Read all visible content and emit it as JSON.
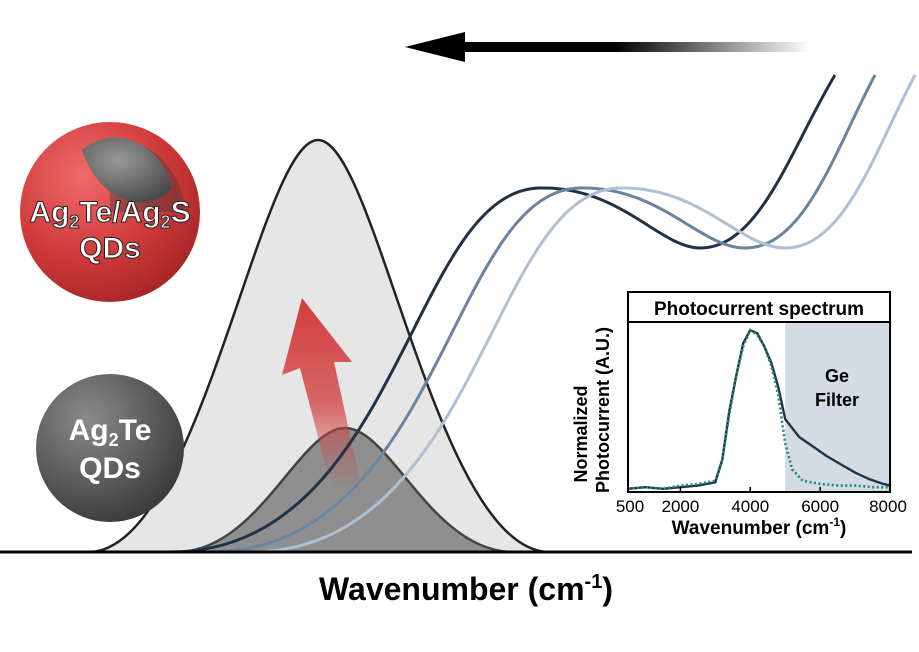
{
  "main_axis": {
    "label": "Wavenumber (cm",
    "label_sup": "-1",
    "label_close": ")"
  },
  "particles": {
    "core_shell": {
      "line1_a": "Ag",
      "line1_sub1": "2",
      "line1_b": "Te/Ag",
      "line1_sub2": "2",
      "line1_c": "S",
      "line2": "QDs"
    },
    "core": {
      "line1_a": "Ag",
      "line1_sub": "2",
      "line1_b": "Te",
      "line2": "QDs"
    }
  },
  "inset": {
    "title": "Photocurrent spectrum",
    "ylabel_line1": "Normalized",
    "ylabel_line2": "Photocurrent (A.U.)",
    "xlabel": "Wavenumber (cm",
    "xlabel_sup": "-1",
    "xlabel_close": ")",
    "filter_line1": "Ge",
    "filter_line2": "Filter",
    "x_ticks": [
      "500",
      "2000",
      "4000",
      "6000",
      "8000"
    ]
  },
  "chart_data": {
    "type": "line",
    "title": "Photocurrent spectrum",
    "xlabel": "Wavenumber (cm-1)",
    "ylabel": "Normalized Photocurrent (A.U.)",
    "xlim": [
      500,
      8000
    ],
    "ylim": [
      0,
      1.05
    ],
    "shaded_region": {
      "label": "Ge Filter",
      "x_range": [
        5000,
        8000
      ]
    },
    "series": [
      {
        "color": "#1f3347",
        "style": "solid",
        "x": [
          500,
          1000,
          1500,
          2000,
          2500,
          3000,
          3200,
          3400,
          3600,
          3800,
          4000,
          4200,
          4400,
          4600,
          4800,
          5000,
          5400,
          5800,
          6200,
          6600,
          7000,
          7400,
          7800,
          8000
        ],
        "y": [
          0.02,
          0.03,
          0.02,
          0.03,
          0.04,
          0.06,
          0.2,
          0.5,
          0.72,
          0.92,
          1.0,
          0.98,
          0.9,
          0.8,
          0.65,
          0.45,
          0.34,
          0.28,
          0.22,
          0.17,
          0.12,
          0.08,
          0.05,
          0.04
        ]
      },
      {
        "color": "#1a8a7a",
        "style": "dotted",
        "x": [
          500,
          1000,
          1500,
          2000,
          2500,
          3000,
          3200,
          3400,
          3600,
          3800,
          4000,
          4200,
          4400,
          4600,
          4800,
          5000,
          5200,
          5500,
          6000,
          6500,
          7000,
          7500,
          8000
        ],
        "y": [
          0.02,
          0.03,
          0.02,
          0.04,
          0.05,
          0.07,
          0.2,
          0.48,
          0.72,
          0.9,
          1.0,
          0.97,
          0.9,
          0.78,
          0.6,
          0.3,
          0.14,
          0.07,
          0.05,
          0.04,
          0.04,
          0.03,
          0.03
        ]
      }
    ]
  }
}
